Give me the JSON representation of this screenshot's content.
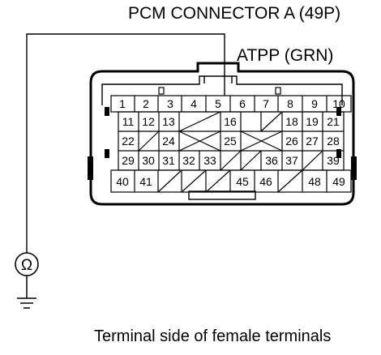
{
  "labels": {
    "connector_title": "PCM CONNECTOR A (49P)",
    "wire_label": "ATPP (GRN)",
    "caption": "Terminal side of female terminals"
  },
  "meter": {
    "symbol": "Ω",
    "icon": "ohmmeter-icon"
  },
  "ground": {
    "icon": "ground-icon"
  },
  "connector": {
    "rows": [
      [
        "1",
        "2",
        "3",
        "4",
        "5",
        "6",
        "7",
        "8",
        "9",
        "10"
      ],
      [
        "11",
        "12",
        "13",
        "",
        "",
        "16",
        "",
        "18",
        "19",
        "20",
        "21"
      ],
      [
        "22",
        "",
        "24",
        "",
        "",
        "25",
        "",
        "",
        "26",
        "27",
        "28"
      ],
      [
        "29",
        "30",
        "31",
        "32",
        "33",
        "",
        "",
        "36",
        "37",
        "",
        "39"
      ],
      [
        "40",
        "41",
        "",
        "",
        "",
        "45",
        "46",
        "",
        "48",
        "49"
      ]
    ],
    "probed_terminal": "5"
  }
}
